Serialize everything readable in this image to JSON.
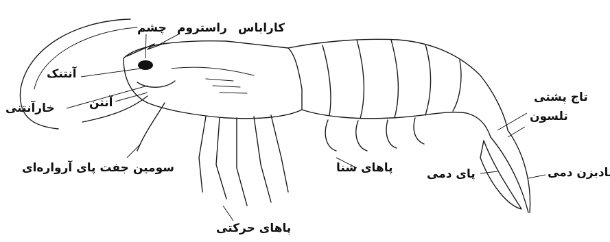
{
  "labels": {
    "carapace": "کاراباس",
    "rostrum": "راستروم",
    "eye": "چشم",
    "antennule": "آنتنک",
    "antenna": "آنتن",
    "antennal_spine": "خارآنتنی",
    "third_maxilliped": "سومین جفت پای آرواره‌ای",
    "walking_legs": "پاهای حرکتی",
    "swimmerets": "پاهای شنا",
    "uropod": "پای دمی",
    "dorsal_spine": "تاج پشتی",
    "telson": "تلسون",
    "tail_fan": "بادبزن دمی"
  },
  "colors": {
    "ink": "#1a1a1a",
    "background": "#ffffff"
  }
}
